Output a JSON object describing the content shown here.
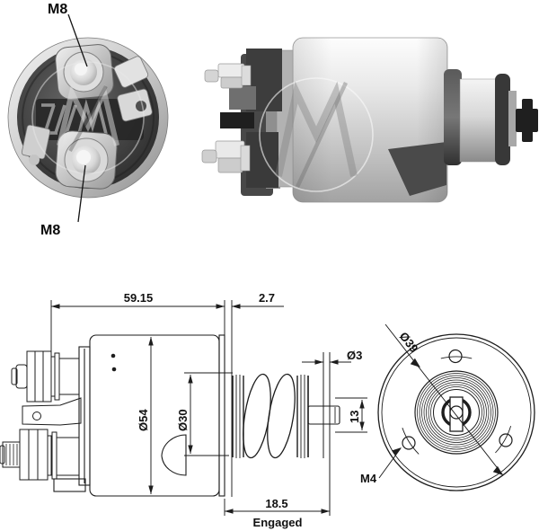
{
  "page": {
    "background": "#ffffff"
  },
  "photos": {
    "rear_view": {
      "terminal_top_label": "M8",
      "terminal_bottom_label": "M8",
      "watermark_icon": "zm-logo-watermark"
    },
    "side_view": {
      "watermark_icon": "zm-logo-watermark"
    }
  },
  "drawing": {
    "side_view": {
      "overall_length": "59.15",
      "flange_offset": "2.7",
      "body_diameter": "Ø54",
      "plunger_diameter": "Ø30",
      "pin_diameter": "Ø3",
      "pin_length": "13",
      "travel": "18.5",
      "travel_state": "Engaged"
    },
    "front_view": {
      "bolt_circle_diameter": "Ø39",
      "mount_hole_thread": "M4"
    },
    "line_color": "#1d1d1d"
  }
}
